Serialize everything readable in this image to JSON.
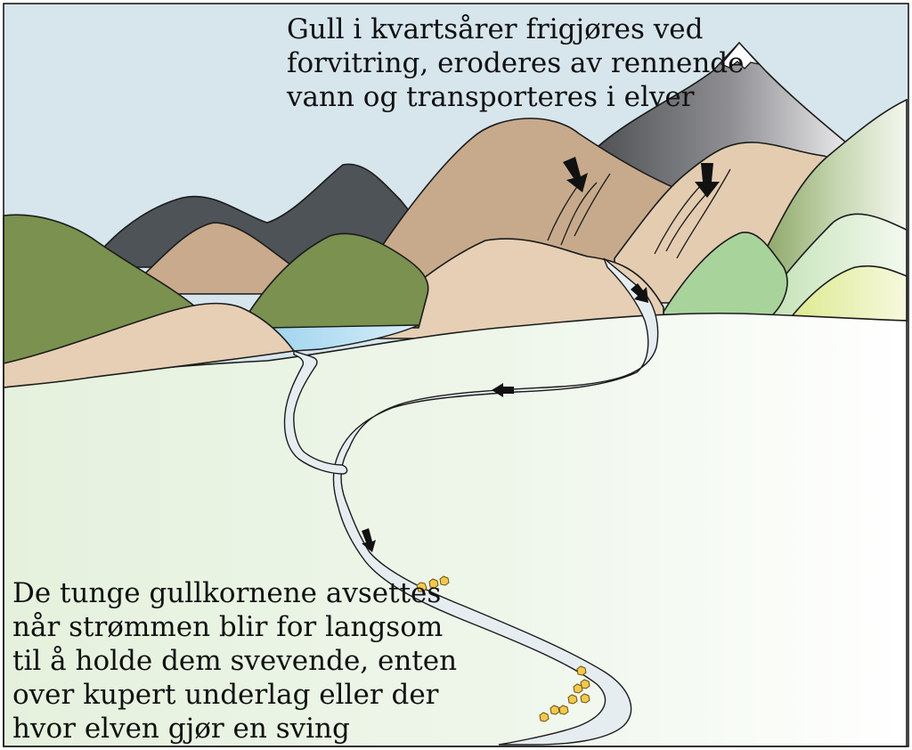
{
  "diagram": {
    "caption_top": {
      "lines": [
        "Gull i kvartsårer frigjøres ved",
        "forvitring, eroderes av rennende",
        "vann og transporteres i elver"
      ]
    },
    "caption_bottom": {
      "lines": [
        "De tunge gullkornene avsettes",
        "når strømmen blir for langsom",
        "til å holde dem svevende, enten",
        "over kupert underlag eller der",
        "hvor elven gjør en sving"
      ]
    },
    "colors": {
      "sky": "#d7e5ec",
      "dark_mountain": "#4d5356",
      "brown_mountain": "#c8ab8c",
      "tan_hill": "#e6cfb4",
      "green_hill": "#7a914f",
      "light_green_hill": "#a8d49c",
      "pale_green_hill": "#d1e8b5",
      "lime_hill": "#e3ef9c",
      "lake": "#b9e0f2",
      "river": "#e6edf1",
      "gold": "#f2c94c"
    },
    "icons": {
      "arrow": "arrow-icon",
      "gold_nugget": "gold-nugget-icon",
      "snow_peak": "snow-peak-icon"
    }
  }
}
